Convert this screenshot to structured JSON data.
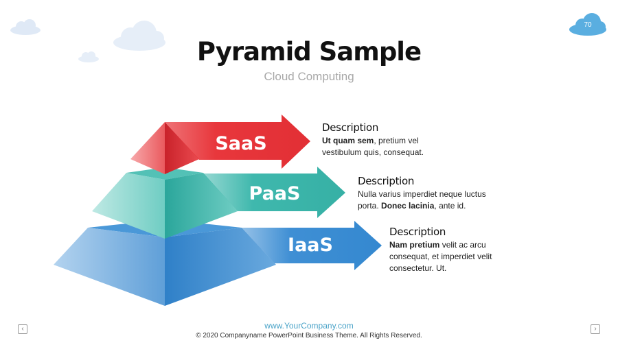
{
  "title": "Pyramid Sample",
  "subtitle": "Cloud Computing",
  "page_number": "70",
  "layers": [
    {
      "label": "SaaS",
      "color": "#e8373c"
    },
    {
      "label": "PaaS",
      "color": "#3fb8ad"
    },
    {
      "label": "IaaS",
      "color": "#3f8fd4"
    }
  ],
  "descriptions": [
    {
      "heading": "Description",
      "bold": "Ut quam sem",
      "text": ", pretium vel vestibulum quis, consequat."
    },
    {
      "heading": "Description",
      "text_before": "Nulla varius imperdiet neque luctus porta. ",
      "bold": "Donec lacinia",
      "text_after": ", ante id."
    },
    {
      "heading": "Description",
      "bold": "Nam pretium",
      "text": " velit ac arcu consequat, et imperdiet velit consectetur. Ut."
    }
  ],
  "footer": {
    "url": "www.YourCompany.com",
    "copyright": "© 2020 Companyname PowerPoint Business Theme. All Rights Reserved."
  },
  "nav": {
    "prev": "‹",
    "next": "›"
  }
}
